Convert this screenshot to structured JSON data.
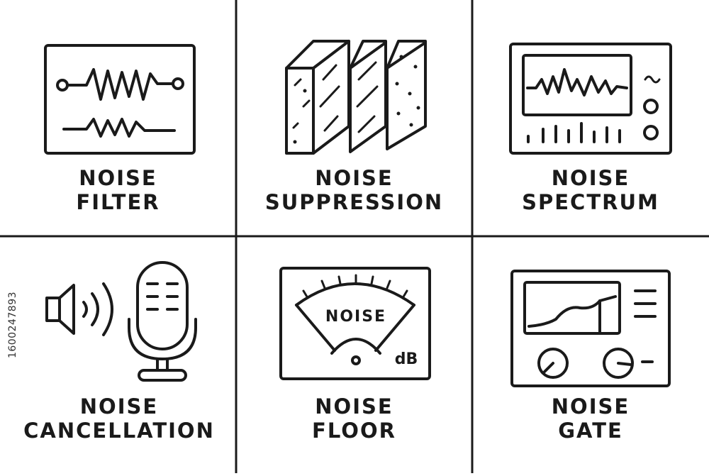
{
  "tiles": [
    {
      "line1": "NOISE",
      "line2": "FILTER",
      "icon": "filter-waveform-icon"
    },
    {
      "line1": "NOISE",
      "line2": "SUPPRESSION",
      "icon": "acoustic-panels-icon"
    },
    {
      "line1": "NOISE",
      "line2": "SPECTRUM",
      "icon": "spectrum-analyzer-icon"
    },
    {
      "line1": "NOISE",
      "line2": "CANCELLATION",
      "icon": "microphone-speaker-icon"
    },
    {
      "line1": "NOISE",
      "line2": "FLOOR",
      "icon": "db-meter-icon"
    },
    {
      "line1": "NOISE",
      "line2": "GATE",
      "icon": "gate-device-icon"
    }
  ],
  "meter": {
    "label": "NOISE",
    "unit": "dB"
  },
  "stock_id": "1600247893"
}
